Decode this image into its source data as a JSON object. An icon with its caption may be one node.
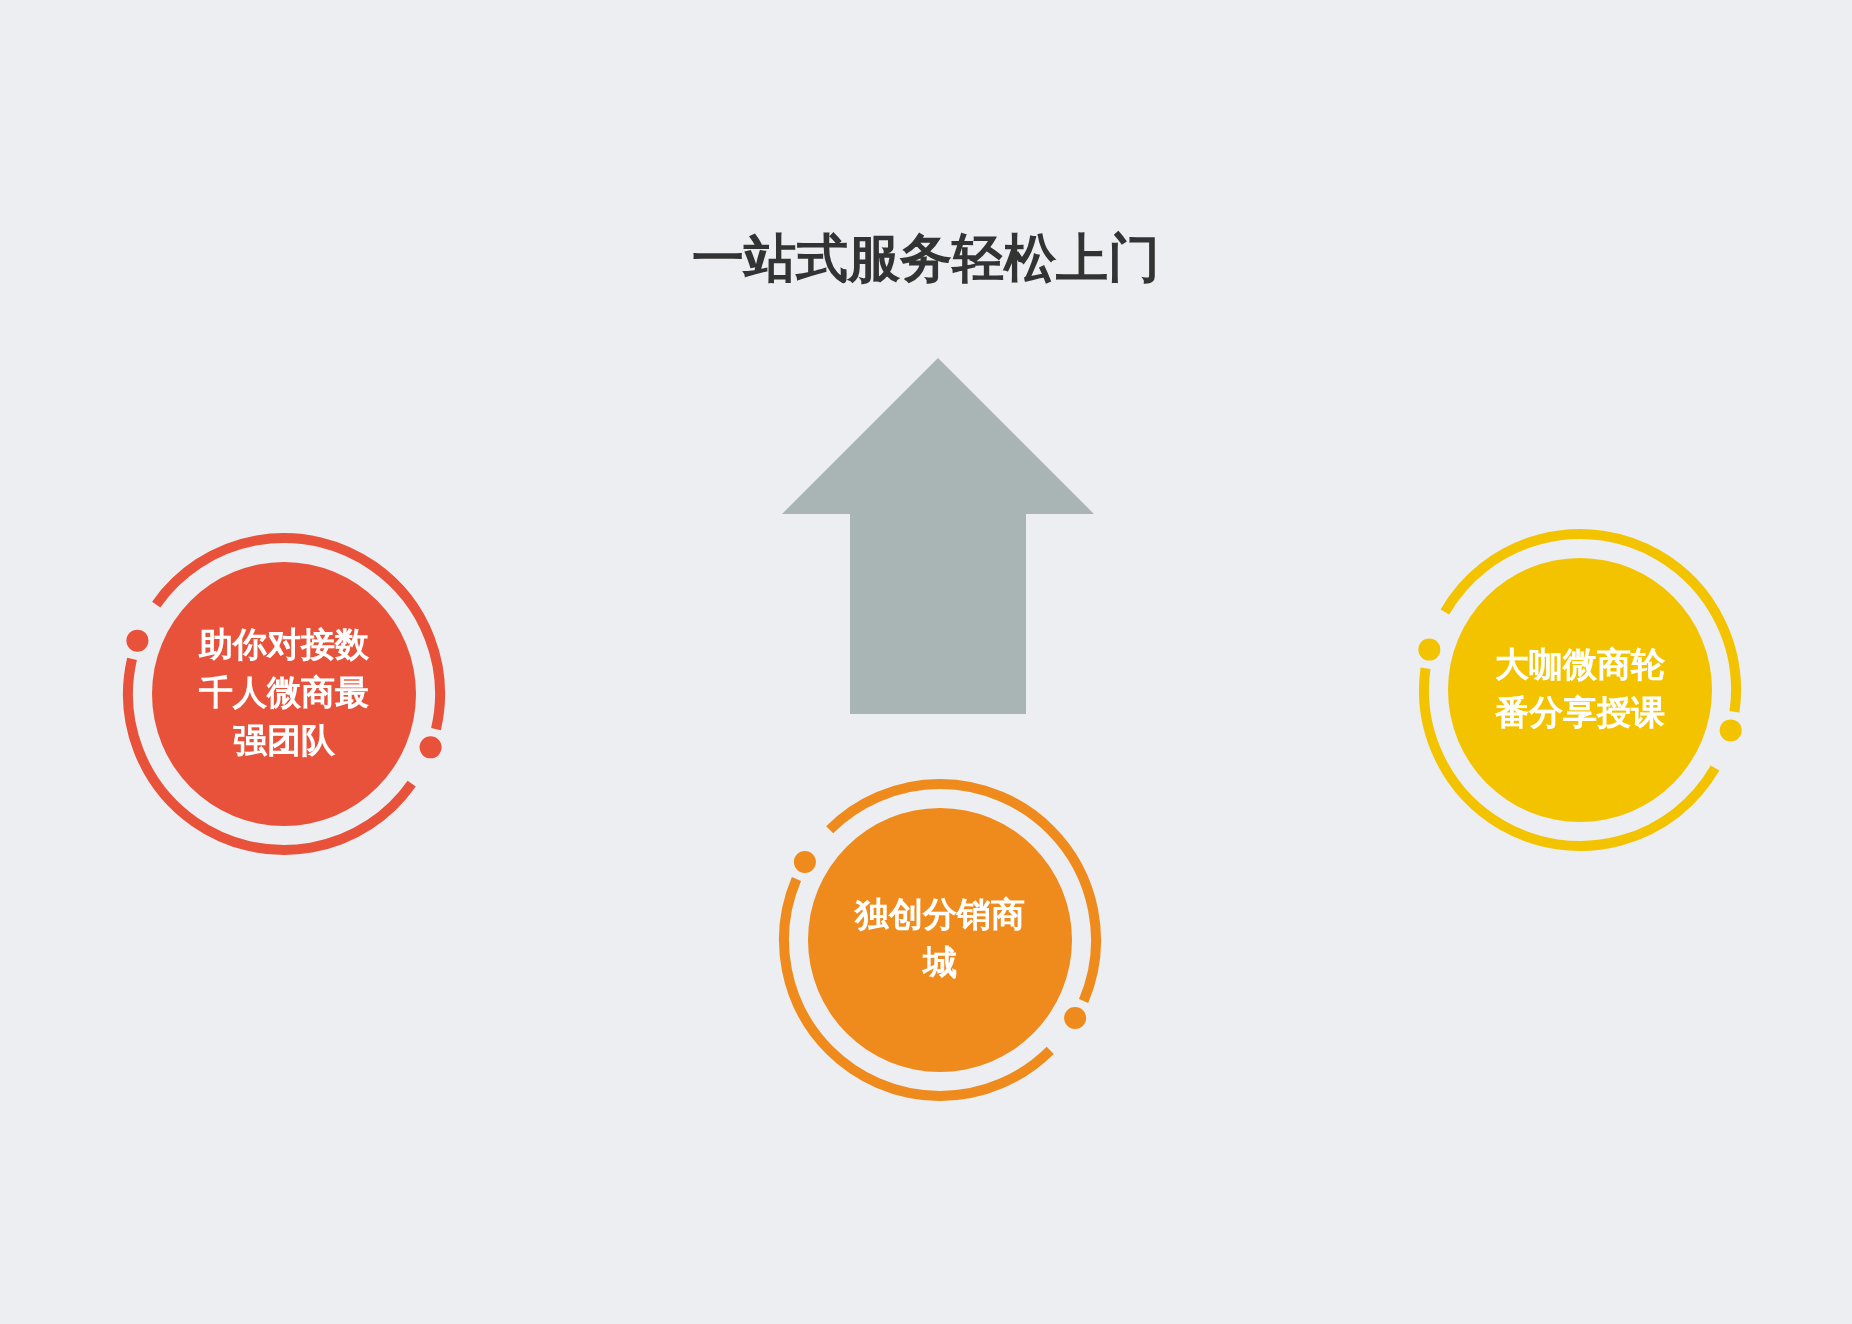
{
  "diagram": {
    "title": "一站式服务轻松上门",
    "nodes": [
      {
        "text": [
          "助你对接数千人微商最强团队"
        ]
      },
      {
        "text": [
          "独创分销商城"
        ]
      },
      {
        "text": [
          "大咖微商轮番分享授课"
        ]
      }
    ],
    "edges": []
  }
}
